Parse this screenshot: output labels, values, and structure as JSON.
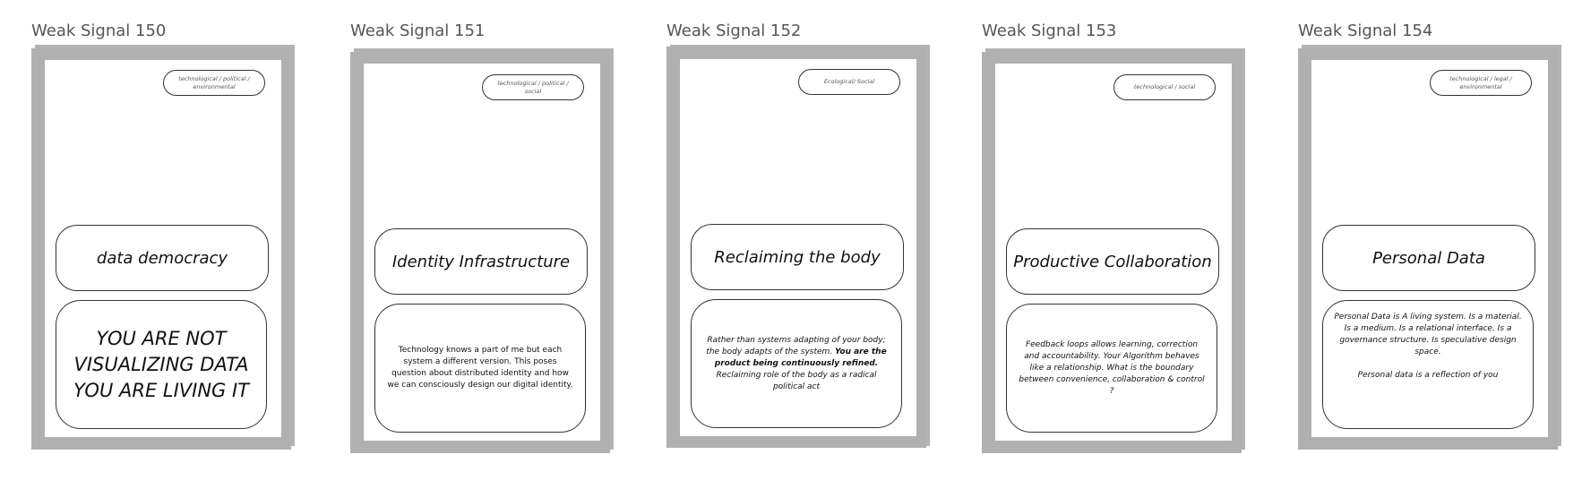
{
  "cards": [
    {
      "title": "Weak Signal 150",
      "tag": "technological / political / environmental",
      "headline": "data democracy",
      "body": [
        "YOU ARE NOT VISUALIZING DATA YOU ARE LIVING IT"
      ]
    },
    {
      "title": "Weak Signal 151",
      "tag": "technological / political / social",
      "headline": "Identity Infrastructure",
      "body": [
        "Technology knows a  part of me but each system a different version. This poses question about distributed identity and how we can consciously design our digital identity."
      ]
    },
    {
      "title": "Weak Signal 152",
      "tag": "Ecological/ Social",
      "headline": "Reclaiming the body",
      "body": [
        "Rather than systems adapting of your body; the body adapts of the system. ",
        "You are the product being continuously refined.",
        "Reclaiming role of the body as a radical political act"
      ]
    },
    {
      "title": "Weak Signal 153",
      "tag": "technological / social",
      "headline": "Productive Collaboration",
      "body": [
        "Feedback loops allows learning, correction and accountability. Your Algorithm behaves like a relationship. What is the boundary between convenience, collaboration & control ?"
      ]
    },
    {
      "title": "Weak Signal 154",
      "tag": "technological / legal / environmental",
      "headline": "Personal Data",
      "body": [
        "Personal Data is A living system. Is a material. Is a medium. Is a relational interface. Is a governance structure. Is speculative design space.",
        "Personal data is a reflection of you"
      ]
    }
  ],
  "colors": {
    "frame": "#b0b0b0",
    "border": "#333333",
    "title": "#555555"
  }
}
